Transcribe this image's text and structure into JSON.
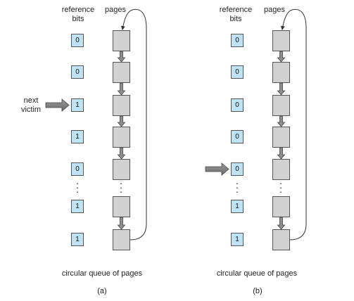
{
  "panels": [
    {
      "id": "a",
      "header_ref": [
        "reference",
        "bits"
      ],
      "header_pages": "pages",
      "bits": [
        "0",
        "0",
        "1",
        "1",
        "0",
        "1",
        "1"
      ],
      "victim_index": 2,
      "victim_label": [
        "next",
        "victim"
      ],
      "queue_label": "circular queue of pages",
      "caption": "(a)"
    },
    {
      "id": "b",
      "header_ref": [
        "reference",
        "bits"
      ],
      "header_pages": "pages",
      "bits": [
        "0",
        "0",
        "0",
        "0",
        "0",
        "1",
        "1"
      ],
      "victim_index": 4,
      "victim_label": null,
      "queue_label": "circular queue of pages",
      "caption": "(b)"
    }
  ]
}
